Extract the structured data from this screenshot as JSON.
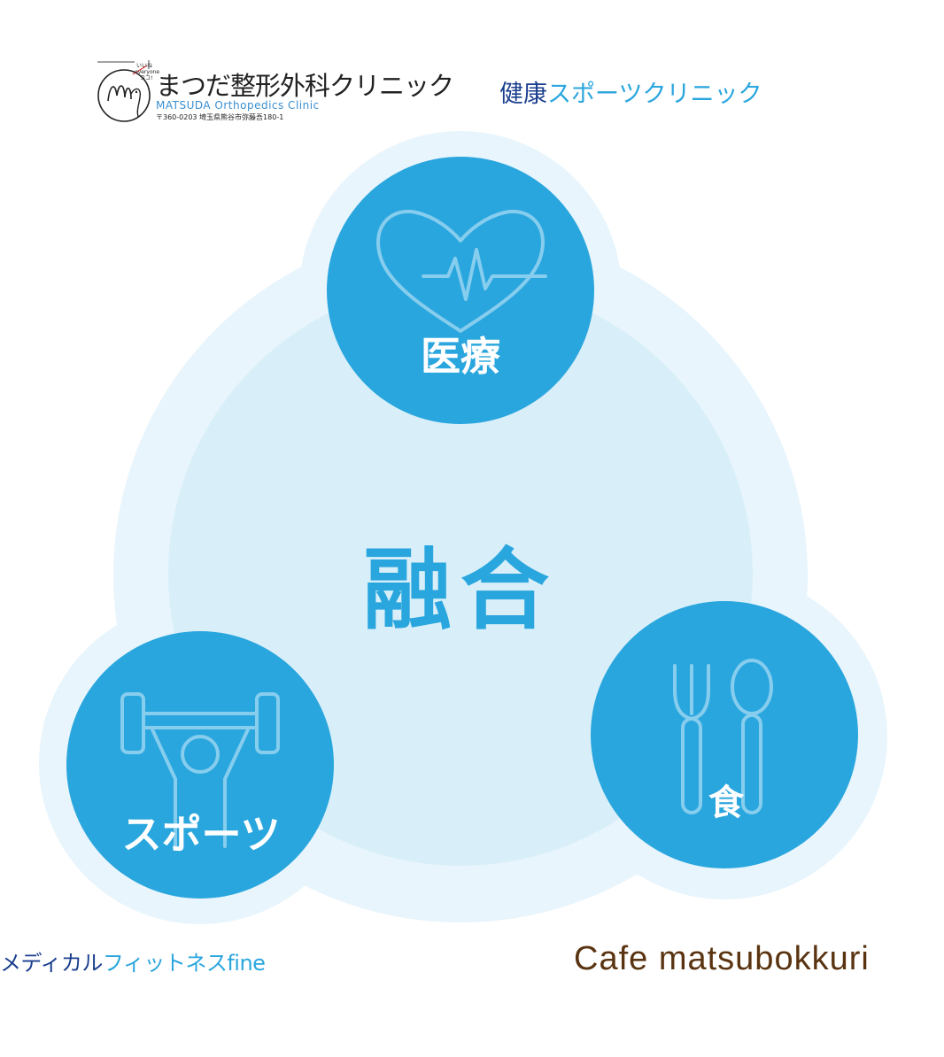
{
  "header": {
    "clinic_logo": {
      "name": "まつだ整形外科クリニック",
      "name_en": "MATSUDA  Orthopedics Clinic",
      "address": "〒360-0203 埼玉県熊谷市弥藤吾180-1",
      "badge_text": "いいね everyone ココ!"
    },
    "sports_clinic": {
      "part1": "健康",
      "part2": "スポーツクリニック"
    }
  },
  "diagram": {
    "center_label": "融合",
    "nodes": {
      "medical": {
        "label": "医療",
        "icon": "heartbeat-icon"
      },
      "sports": {
        "label": "スポーツ",
        "icon": "weightlifter-icon"
      },
      "food": {
        "label": "食",
        "icon": "fork-spoon-icon"
      }
    },
    "colors": {
      "node_fill": "#2aa6de",
      "outer_halo": "#e8f5fc",
      "inner_disk": "#d8eff9",
      "icon_stroke": "#86cdee"
    }
  },
  "footer": {
    "fitness": {
      "part1": "メディカル",
      "part2": "フィットネスfine"
    },
    "cafe": "Cafe matsubokkuri"
  }
}
